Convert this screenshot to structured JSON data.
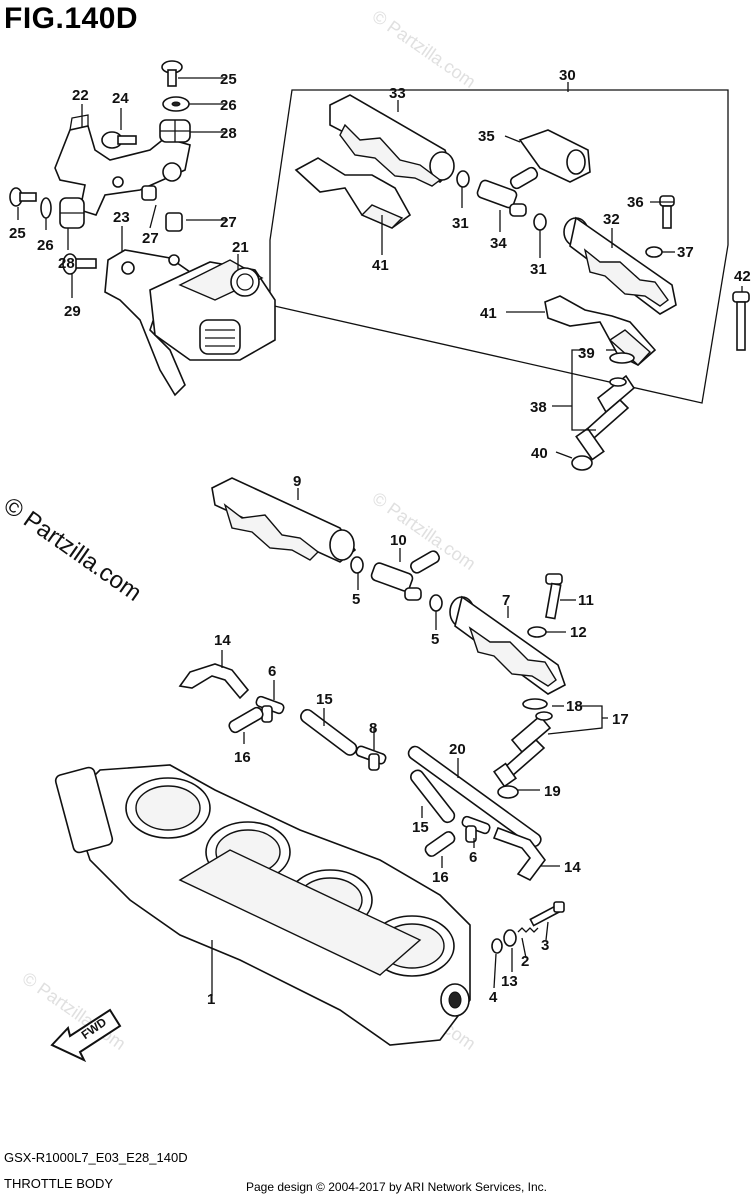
{
  "figure": {
    "title": "FIG.140D",
    "model_code": "GSX-R1000L7_E03_E28_140D",
    "section_name": "THROTTLE BODY",
    "credit": "Page design © 2004-2017 by ARI Network Services, Inc.",
    "fwd_label": "FWD"
  },
  "watermarks": {
    "main": "© Partzilla.com",
    "faint": "© Partzilla.com"
  },
  "callouts": [
    "1",
    "2",
    "3",
    "4",
    "5",
    "5",
    "6",
    "6",
    "7",
    "8",
    "9",
    "10",
    "11",
    "12",
    "13",
    "14",
    "14",
    "15",
    "15",
    "16",
    "16",
    "17",
    "18",
    "19",
    "20",
    "21",
    "22",
    "23",
    "24",
    "25",
    "25",
    "26",
    "26",
    "27",
    "27",
    "28",
    "28",
    "29",
    "30",
    "31",
    "31",
    "32",
    "33",
    "34",
    "35",
    "36",
    "37",
    "38",
    "39",
    "40",
    "41",
    "41",
    "42"
  ]
}
